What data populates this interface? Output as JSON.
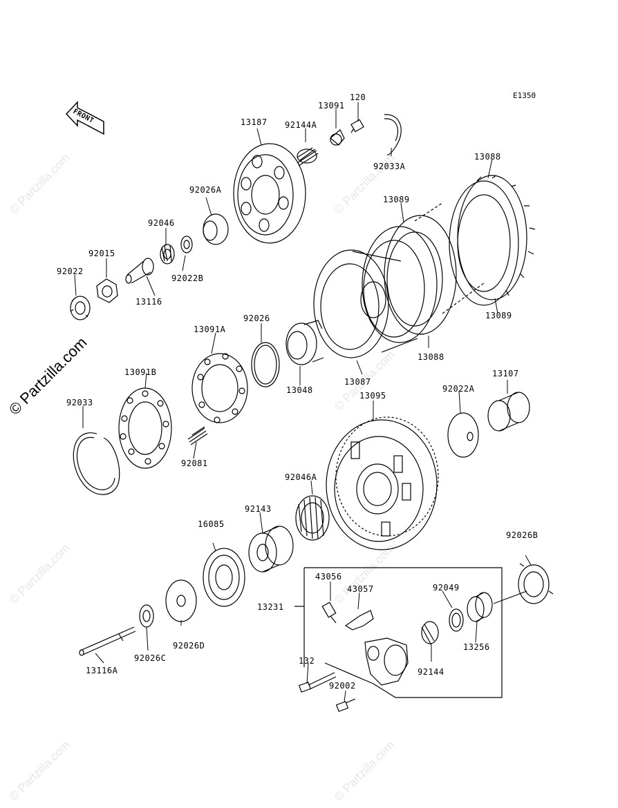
{
  "diagram": {
    "code": "E1350",
    "front_label": "FRONT",
    "watermark": "© Partzilla.com",
    "watermark_faint": "© Partzilla.com",
    "parts": [
      {
        "id": "13187",
        "label": "13187"
      },
      {
        "id": "92144A",
        "label": "92144A"
      },
      {
        "id": "13091",
        "label": "13091"
      },
      {
        "id": "120",
        "label": "120"
      },
      {
        "id": "92033A",
        "label": "92033A"
      },
      {
        "id": "92026A",
        "label": "92026A"
      },
      {
        "id": "92046",
        "label": "92046"
      },
      {
        "id": "92015",
        "label": "92015"
      },
      {
        "id": "92022",
        "label": "92022"
      },
      {
        "id": "92022B",
        "label": "92022B"
      },
      {
        "id": "13116",
        "label": "13116"
      },
      {
        "id": "13088-top",
        "label": "13088"
      },
      {
        "id": "13089-top",
        "label": "13089"
      },
      {
        "id": "13089-right",
        "label": "13089"
      },
      {
        "id": "13088-mid",
        "label": "13088"
      },
      {
        "id": "13087",
        "label": "13087"
      },
      {
        "id": "92026",
        "label": "92026"
      },
      {
        "id": "13091A",
        "label": "13091A"
      },
      {
        "id": "13048",
        "label": "13048"
      },
      {
        "id": "13091B",
        "label": "13091B"
      },
      {
        "id": "92033",
        "label": "92033"
      },
      {
        "id": "92081",
        "label": "92081"
      },
      {
        "id": "13095",
        "label": "13095"
      },
      {
        "id": "92022A",
        "label": "92022A"
      },
      {
        "id": "13107",
        "label": "13107"
      },
      {
        "id": "92046A",
        "label": "92046A"
      },
      {
        "id": "92143",
        "label": "92143"
      },
      {
        "id": "16085",
        "label": "16085"
      },
      {
        "id": "92026B",
        "label": "92026B"
      },
      {
        "id": "43056",
        "label": "43056"
      },
      {
        "id": "43057",
        "label": "43057"
      },
      {
        "id": "92049",
        "label": "92049"
      },
      {
        "id": "13231",
        "label": "13231"
      },
      {
        "id": "13256",
        "label": "13256"
      },
      {
        "id": "92144",
        "label": "92144"
      },
      {
        "id": "132",
        "label": "132"
      },
      {
        "id": "92002",
        "label": "92002"
      },
      {
        "id": "92026D",
        "label": "92026D"
      },
      {
        "id": "92026C",
        "label": "92026C"
      },
      {
        "id": "13116A",
        "label": "13116A"
      }
    ]
  }
}
